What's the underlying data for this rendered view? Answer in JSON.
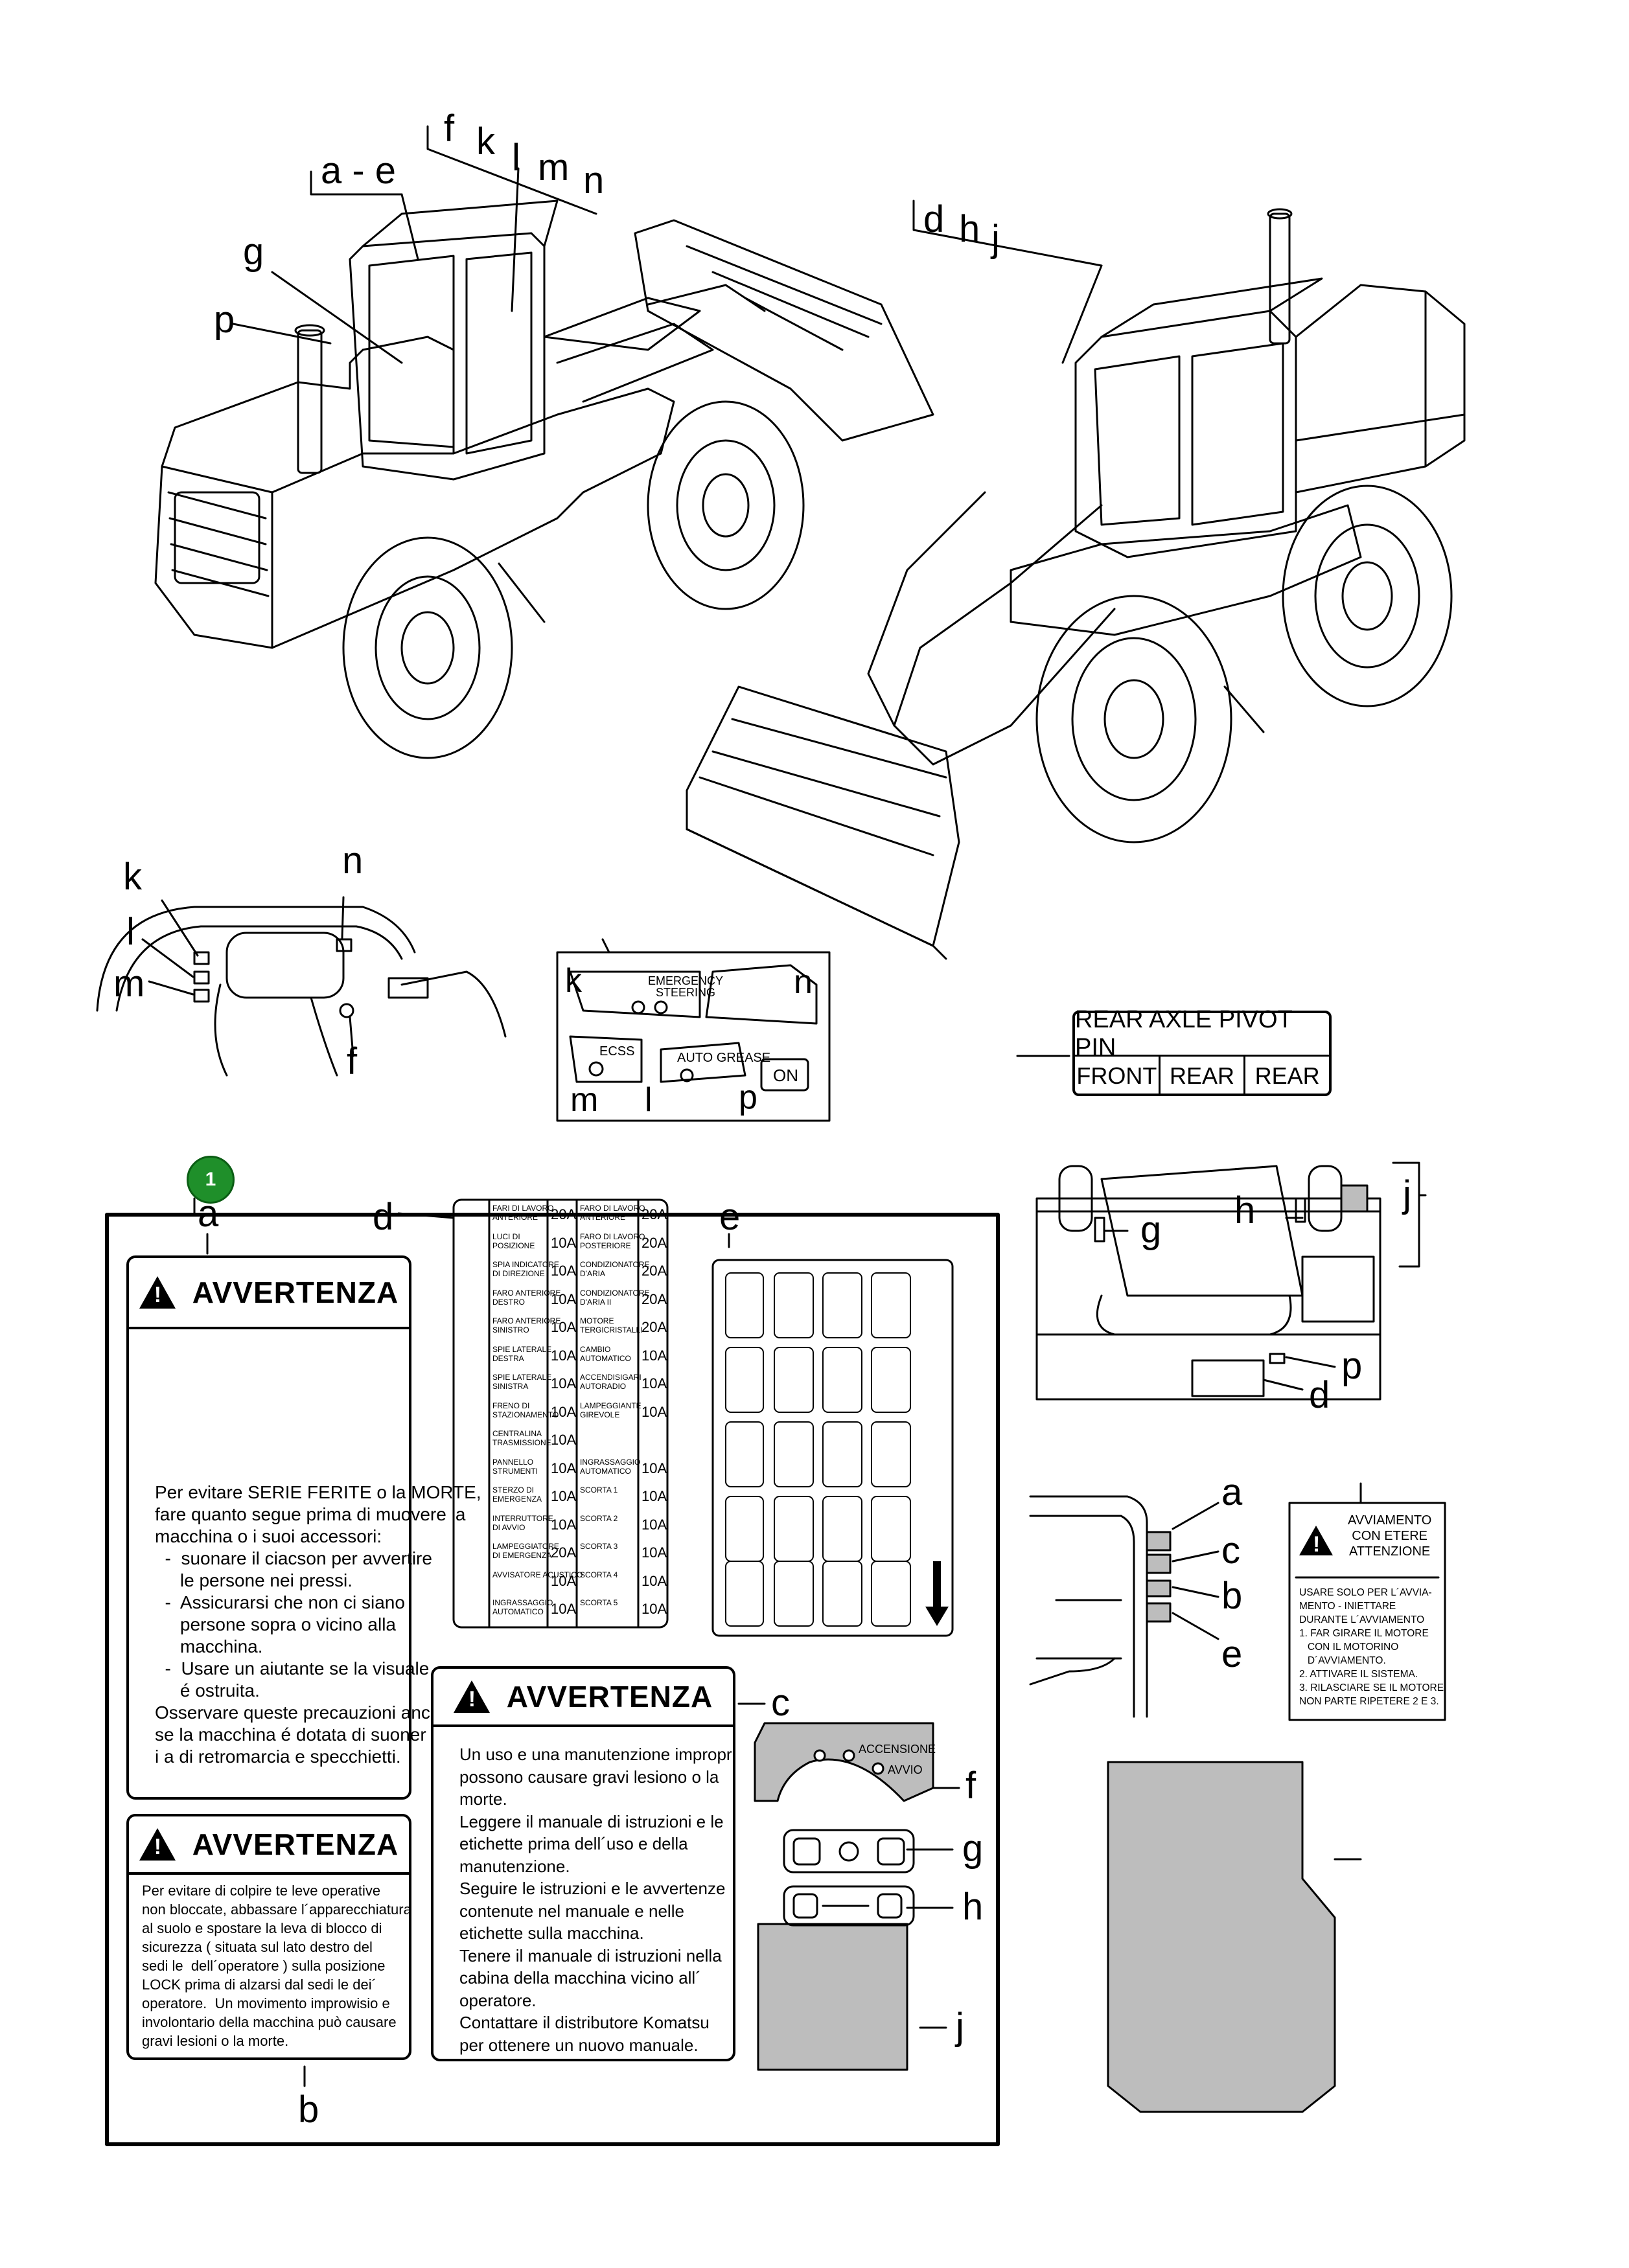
{
  "callout": {
    "number": "1"
  },
  "labels": {
    "ae": "a - e",
    "f": "f",
    "k": "k",
    "l": "l",
    "m": "m",
    "n": "n",
    "g": "g",
    "p": "p",
    "d": "d",
    "h": "h",
    "j": "j",
    "dash_k": "k",
    "dash_l": "l",
    "dash_m": "m",
    "dash_n": "n",
    "dash_f": "f",
    "panel_k": "k",
    "panel_n": "n",
    "panel_m": "m",
    "panel_l": "l",
    "panel_p": "p",
    "a": "a",
    "d2": "d",
    "e": "e",
    "c": "c",
    "b": "b",
    "f2": "f",
    "g2": "g",
    "h2": "h",
    "j2": "j",
    "cab_h": "h",
    "cab_j": "j",
    "cab_g": "g",
    "cab_p": "p",
    "cab_d": "d",
    "side_a": "a",
    "side_c": "c",
    "side_b": "b",
    "side_e": "e"
  },
  "switch_panel": {
    "emergency": "EMERGENCY\nSTEERING",
    "ecss": "ECSS",
    "auto_grease": "AUTO GREASE",
    "on": "ON"
  },
  "rear_axle": {
    "title": "REAR AXLE PIVOT PIN",
    "cells": [
      "FRONT",
      "REAR",
      "REAR"
    ]
  },
  "label_a": {
    "header": "AVVERTENZA",
    "text": "Per evitare SERIE FERITE o la MORTE,\nfare quanto segue prima di muovere la\nmacchina o i suoi accessori:\n  -  suonare il ciacson per avvertire\n     le persone nei pressi.\n  -  Assicurarsi che non ci siano\n     persone sopra o vicino alla\n     macchina.\n  -  Usare un aiutante se la visuale\n     é ostruita.\nOsservare queste precauzioni anche\nse la macchina é dotata di suoner\ni a di retromarcia e specchietti."
  },
  "label_b": {
    "header": "AVVERTENZA",
    "text": "Per evitare di colpire te leve operative\nnon bloccate, abbassare l´apparecchiatura\nal suolo e spostare la leva di blocco di\nsicurezza ( situata sul lato destro del\nsedi le  dell´operatore ) sulla posizione\nLOCK prima di alzarsi dal sedi le dei´\noperatore.  Un movimento improwisio e\ninvolontario della macchina può causare\ngravi lesioni o la morte."
  },
  "label_c": {
    "header": "AVVERTENZA",
    "text": "Un uso e una manutenzione impropri\npossono causare gravi lesiono o la\nmorte.\nLeggere il manuale di istruzioni e le\netichette prima dell´uso e della\nmanutenzione.\nSeguire le istruzioni e le avvertenze\ncontenute nel manuale e nelle\netichette sulla macchina.\nTenere il manuale di istruzioni nella\ncabina della macchina vicino all´\noperatore.\nContattare il distributore Komatsu\nper ottenere un nuovo manuale."
  },
  "fuse_d": {
    "left": [
      [
        "FARI DI LAVORO\nANTERIORE",
        "20A"
      ],
      [
        "LUCI DI\nPOSIZIONE",
        "10A"
      ],
      [
        "SPIA INDICATORE\nDI DIREZIONE",
        "10A"
      ],
      [
        "FARO ANTERIORE\nDESTRO",
        "10A"
      ],
      [
        "FARO ANTERIORE\nSINISTRO",
        "10A"
      ],
      [
        "SPIE LATERALE\nDESTRA",
        "10A"
      ],
      [
        "SPIE LATERALE\nSINISTRA",
        "10A"
      ],
      [
        "FRENO DI\nSTAZIONAMENTO",
        "10A"
      ],
      [
        "CENTRALINA\nTRASMISSIONE",
        "10A"
      ],
      [
        "PANNELLO\nSTRUMENTI",
        "10A"
      ],
      [
        "STERZO DI\nEMERGENZA",
        "10A"
      ],
      [
        "INTERRUTTORE\nDI AVVIO",
        "10A"
      ],
      [
        "LAMPEGGIATORE\nDI EMERGENZA",
        "20A"
      ],
      [
        "AVVISATORE ACUSTICO",
        "10A"
      ],
      [
        "INGRASSAGGIO\nAUTOMATICO",
        "10A"
      ]
    ],
    "right": [
      [
        "FARO DI LAVORO\nANTERIORE",
        "20A"
      ],
      [
        "FARO DI LAVORO\nPOSTERIORE",
        "20A"
      ],
      [
        "CONDIZIONATORE\nD'ARIA",
        "20A"
      ],
      [
        "CONDIZIONATORE\nD'ARIA II",
        "20A"
      ],
      [
        "MOTORE\nTERGICRISTALLI",
        "20A"
      ],
      [
        "CAMBIO\nAUTOMATICO",
        "10A"
      ],
      [
        "ACCENDISIGARI\nAUTORADIO",
        "10A"
      ],
      [
        "LAMPEGGIANTE\nGIREVOLE",
        "10A"
      ],
      [
        "",
        ""
      ],
      [
        "INGRASSAGGIO\nAUTOMATICO",
        "10A"
      ],
      [
        "SCORTA 1",
        "10A"
      ],
      [
        "SCORTA 2",
        "10A"
      ],
      [
        "SCORTA 3",
        "10A"
      ],
      [
        "SCORTA 4",
        "10A"
      ],
      [
        "SCORTA 5",
        "10A"
      ]
    ]
  },
  "ignition_f": {
    "accensione": "ACCENSIONE",
    "avvio": "AVVIO"
  },
  "starting_label": {
    "title": "AVVIAMENTO\nCON ETERE\nATTENZIONE",
    "text": "USARE SOLO PER L´AVVIA-\nMENTO - INIETTARE\nDURANTE L´AVVIAMENTO\n1. FAR GIRARE IL MOTORE\n   CON IL MOTORINO\n   D´AVVIAMENTO.\n2. ATTIVARE IL SISTEMA.\n3. RILASCIARE SE IL MOTORE\nNON PARTE RIPETERE 2 E 3."
  },
  "colors": {
    "callout": "#1f8f2a",
    "label_grey": "#bdbdbd"
  }
}
